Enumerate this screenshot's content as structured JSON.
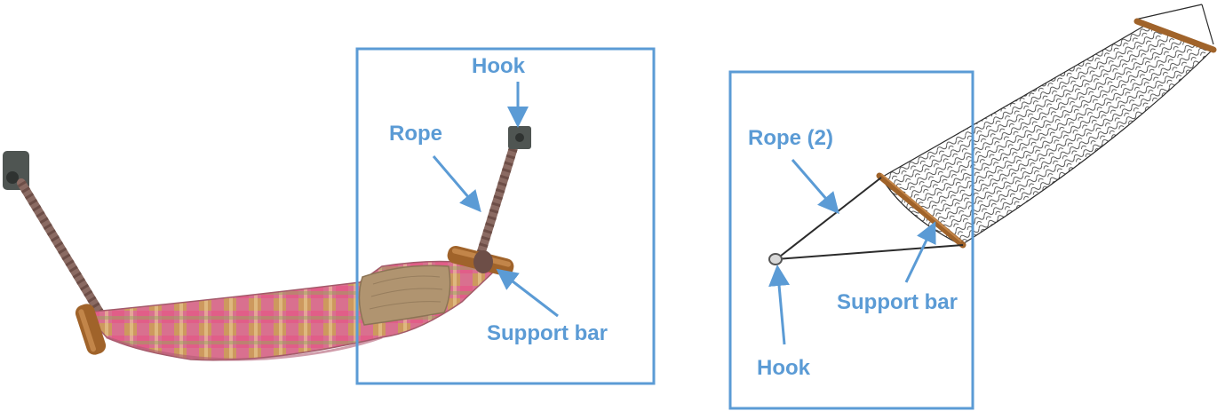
{
  "left_panel": {
    "labels": {
      "hook": "Hook",
      "rope": "Rope",
      "support_bar": "Support bar"
    }
  },
  "right_panel": {
    "labels": {
      "rope": "Rope (2)",
      "support_bar": "Support bar",
      "hook": "Hook"
    }
  },
  "colors": {
    "annotation": "#5b9bd5",
    "rope": "#8a6a62",
    "wood": "#a0632a",
    "fabric_base": "#d86a8c",
    "net": "#2b2b2b"
  }
}
